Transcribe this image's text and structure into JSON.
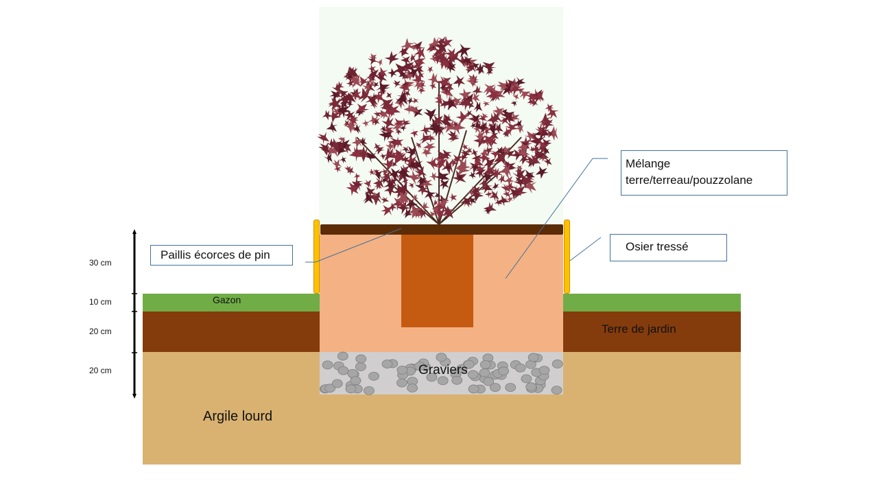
{
  "labels": {
    "mulch": "Paillis écorces de pin",
    "mix_line1": "Mélange",
    "mix_line2": "terre/terreau/pouzzolane",
    "wicker": "Osier tressé",
    "lawn": "Gazon",
    "garden_soil": "Terre de jardin",
    "gravel": "Graviers",
    "clay": "Argile lourd"
  },
  "scale": [
    {
      "label": "30 cm",
      "depth_cm": 30
    },
    {
      "label": "10 cm",
      "depth_cm": 10
    },
    {
      "label": "20 cm",
      "depth_cm": 20
    },
    {
      "label": "20 cm",
      "depth_cm": 20
    }
  ],
  "colors": {
    "clay": "#d9b272",
    "lawn": "#70ad47",
    "garden_soil": "#843c0c",
    "mix": "#f4b183",
    "root_ball": "#c55a11",
    "mulch": "#5b2c06",
    "gravel": "#d0cece",
    "pebble": "#a6a6a6",
    "wicker": "#ffc000",
    "leaf": "#6e2230"
  }
}
